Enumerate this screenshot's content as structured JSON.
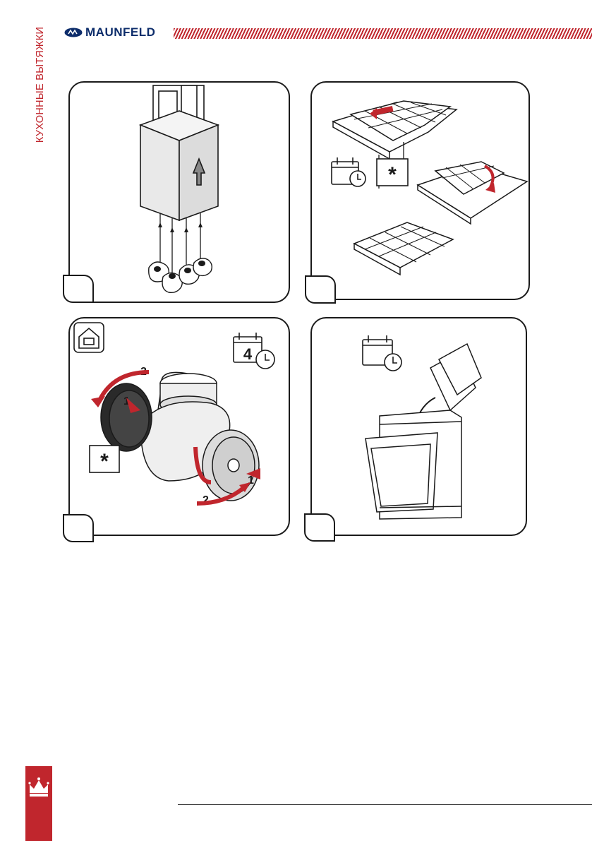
{
  "header": {
    "side_title": "КУХОННЫЕ ВЫТЯЖКИ",
    "brand_name": "MAUNFELD"
  },
  "panels": [
    {
      "id": "panel-1",
      "step_number": ""
    },
    {
      "id": "panel-2",
      "step_number": "",
      "note_symbol": "*"
    },
    {
      "id": "panel-3",
      "step_number": "",
      "note_symbol": "*",
      "calendar_value": "4",
      "arrow_label_1": "1",
      "arrow_label_2": "2"
    },
    {
      "id": "panel-4",
      "step_number": ""
    }
  ],
  "colors": {
    "accent": "#c0262d",
    "brand": "#0d2d6b",
    "line": "#1a1a1a"
  },
  "icons": [
    "house-recycle-icon",
    "calendar-clock-icon",
    "crown-logo-icon"
  ]
}
